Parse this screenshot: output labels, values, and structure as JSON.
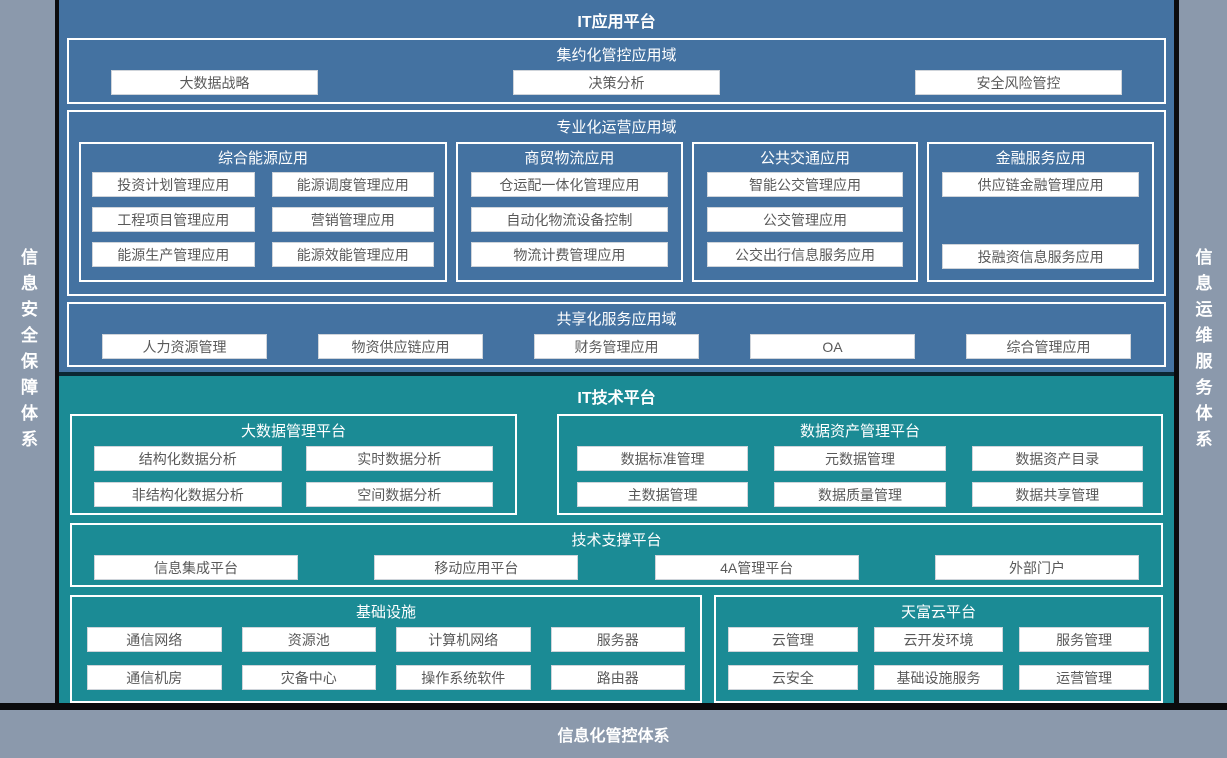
{
  "colors": {
    "background_gray": "#8b99ac",
    "app_platform_blue": "#4472a1",
    "tech_platform_teal": "#1b8b95",
    "divider_black": "#0b0b0d",
    "box_border": "#ffffff",
    "button_text": "#595959"
  },
  "left_sidebar": {
    "label": "信息安全保障体系"
  },
  "right_sidebar": {
    "label": "信息运维服务体系"
  },
  "bottom_bar": {
    "label": "信息化管控体系"
  },
  "app_platform": {
    "title": "IT应用平台",
    "intensive": {
      "title": "集约化管控应用域",
      "items": [
        "大数据战略",
        "决策分析",
        "安全风险管控"
      ]
    },
    "specialized": {
      "title": "专业化运营应用域",
      "groups": [
        {
          "title": "综合能源应用",
          "items": [
            "投资计划管理应用",
            "能源调度管理应用",
            "工程项目管理应用",
            "营销管理应用",
            "能源生产管理应用",
            "能源效能管理应用"
          ]
        },
        {
          "title": "商贸物流应用",
          "items": [
            "仓运配一体化管理应用",
            "自动化物流设备控制",
            "物流计费管理应用"
          ]
        },
        {
          "title": "公共交通应用",
          "items": [
            "智能公交管理应用",
            "公交管理应用",
            "公交出行信息服务应用"
          ]
        },
        {
          "title": "金融服务应用",
          "items": [
            "供应链金融管理应用",
            "投融资信息服务应用"
          ]
        }
      ]
    },
    "shared": {
      "title": "共享化服务应用域",
      "items": [
        "人力资源管理",
        "物资供应链应用",
        "财务管理应用",
        "OA",
        "综合管理应用"
      ]
    }
  },
  "tech_platform": {
    "title": "IT技术平台",
    "bigdata": {
      "title": "大数据管理平台",
      "items": [
        "结构化数据分析",
        "实时数据分析",
        "非结构化数据分析",
        "空间数据分析"
      ]
    },
    "data_asset": {
      "title": "数据资产管理平台",
      "items": [
        "数据标准管理",
        "元数据管理",
        "数据资产目录",
        "主数据管理",
        "数据质量管理",
        "数据共享管理"
      ]
    },
    "tech_support": {
      "title": "技术支撑平台",
      "items": [
        "信息集成平台",
        "移动应用平台",
        "4A管理平台",
        "外部门户"
      ]
    },
    "infrastructure": {
      "title": "基础设施",
      "items": [
        "通信网络",
        "资源池",
        "计算机网络",
        "服务器",
        "通信机房",
        "灾备中心",
        "操作系统软件",
        "路由器"
      ]
    },
    "cloud": {
      "title": "天富云平台",
      "items": [
        "云管理",
        "云开发环境",
        "服务管理",
        "云安全",
        "基础设施服务",
        "运营管理"
      ]
    }
  }
}
